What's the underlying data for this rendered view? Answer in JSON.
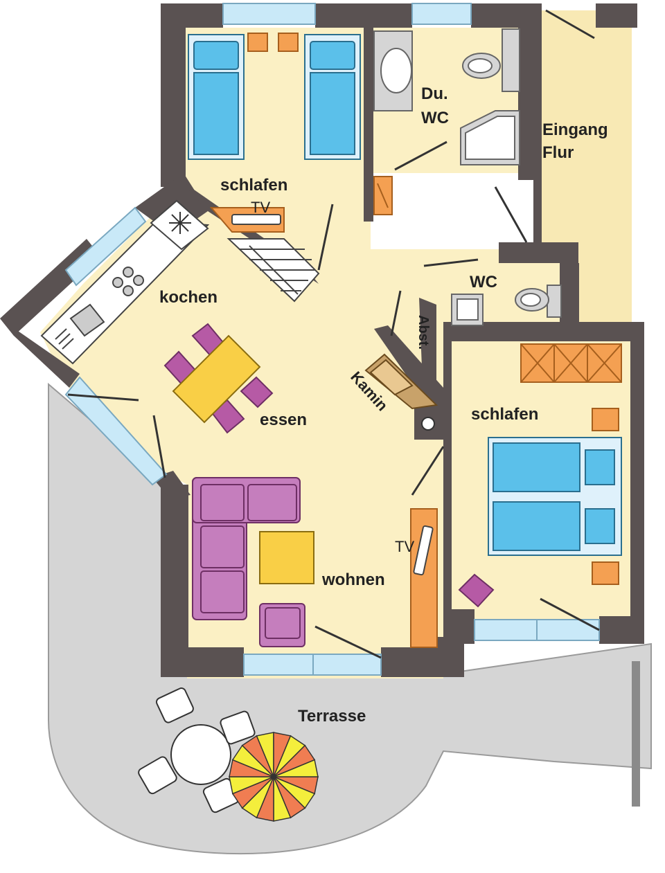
{
  "plan": {
    "rooms": {
      "schlafen_1": "schlafen",
      "du_wc_line1": "Du.",
      "du_wc_line2": "WC",
      "eingang_line1": "Eingang",
      "eingang_line2": "Flur",
      "kochen": "kochen",
      "essen": "essen",
      "wc": "WC",
      "abst": "Abst.",
      "kamin": "Kamin",
      "schlafen_2": "schlafen",
      "wohnen": "wohnen",
      "terrasse": "Terrasse"
    },
    "tv_labels": [
      "TV",
      "TV"
    ],
    "icons": [
      "snowflake-icon",
      "stove-icon",
      "sink-icon",
      "toilet-icon",
      "shower-icon",
      "umbrella-icon"
    ],
    "colors": {
      "wall": "#5a5252",
      "floor": "#fbf0c4",
      "hall": "#f8e9b4",
      "terrace": "#d5d5d5",
      "window": "#c9e9f8",
      "bed": "#5bc0ea",
      "sofa": "#c57ebd",
      "table": "#f9cf46",
      "chair": "#b65aa5",
      "cabinet": "#f4a052"
    }
  }
}
